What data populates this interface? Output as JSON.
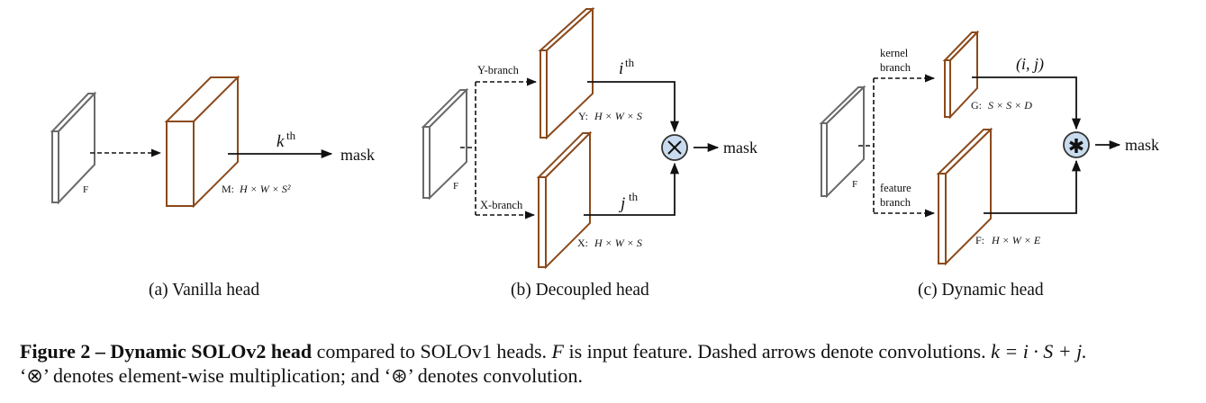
{
  "colors": {
    "input_plate": "#6a6a6a",
    "output_plate": "#8b4a1c",
    "op_fill": "#c9dcef",
    "op_stroke": "#333333",
    "line": "#111111"
  },
  "panels": {
    "a": {
      "subcaption": "(a)  Vanilla head",
      "input_label": "F",
      "output_label_prefix": "M:",
      "output_label_dims": "H × W × S²",
      "index_label": "k",
      "index_sup": "th",
      "result": "mask"
    },
    "b": {
      "subcaption": "(b)  Decoupled head",
      "input_label": "F",
      "top_branch": "Y-branch",
      "bottom_branch": "X-branch",
      "top_label_prefix": "Y:",
      "top_label_dims": "H × W × S",
      "bottom_label_prefix": "X:",
      "bottom_label_dims": "H × W × S",
      "top_index": "i",
      "bottom_index": "j",
      "index_sup": "th",
      "operator": "⊗",
      "result": "mask"
    },
    "c": {
      "subcaption": "(c)  Dynamic head",
      "input_label": "F",
      "top_branch_line1": "kernel",
      "top_branch_line2": "branch",
      "bottom_branch_line1": "feature",
      "bottom_branch_line2": "branch",
      "top_label_prefix": "G:",
      "top_label_dims": "S × S × D",
      "bottom_label_prefix": "F:",
      "bottom_label_dims": "H × W × E",
      "top_index": "(i, j)",
      "operator": "✱",
      "result": "mask"
    }
  },
  "caption": {
    "figure_label": "Figure 2 – Dynamic SOLOv2 head",
    "line1_rest_a": " compared to SOLOv1 heads. ",
    "line1_F": "F",
    "line1_rest_b": " is input feature. Dashed arrows denote convolutions. ",
    "line1_formula": "k = i · S + j.",
    "line2": "‘⊗’ denotes element-wise multiplication; and ‘⊛’ denotes convolution."
  }
}
